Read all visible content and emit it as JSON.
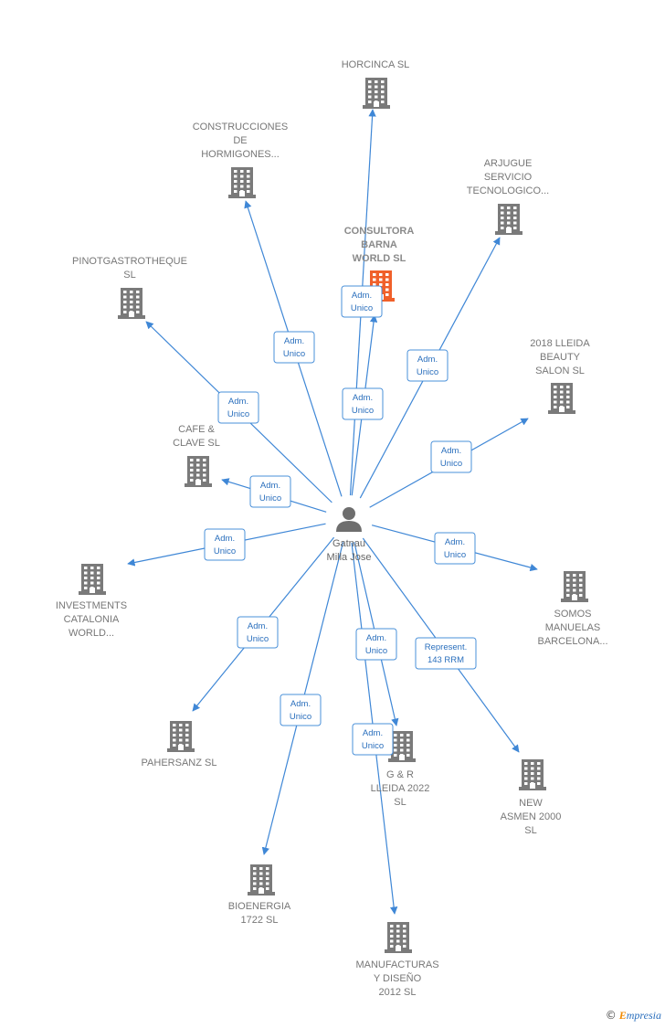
{
  "colors": {
    "edge": "#3f87d6",
    "company_icon": "#7a7a7a",
    "focus_company_icon": "#f0602a",
    "person_icon": "#6e6e6e"
  },
  "person": {
    "name_lines": [
      "Gatnau",
      "Milla Jose"
    ],
    "icon": "person-icon"
  },
  "companies": [
    {
      "id": "horcinca",
      "lines": [
        "HORCINCA SL"
      ],
      "focus": false
    },
    {
      "id": "construcciones",
      "lines": [
        "CONSTRUCCIONES",
        "DE",
        "HORMIGONES..."
      ],
      "focus": false
    },
    {
      "id": "arjugue",
      "lines": [
        "ARJUGUE",
        "SERVICIO",
        "TECNOLOGICO..."
      ],
      "focus": false
    },
    {
      "id": "consultora",
      "lines": [
        "CONSULTORA",
        "BARNA",
        "WORLD  SL"
      ],
      "focus": true
    },
    {
      "id": "pinot",
      "lines": [
        "PINOTGASTROTHEQUE",
        "SL"
      ],
      "focus": false
    },
    {
      "id": "lleida2018",
      "lines": [
        "2018 LLEIDA",
        "BEAUTY",
        "SALON  SL"
      ],
      "focus": false
    },
    {
      "id": "cafe",
      "lines": [
        "CAFE &",
        "CLAVE SL"
      ],
      "focus": false
    },
    {
      "id": "investments",
      "lines": [
        "INVESTMENTS",
        "CATALONIA",
        "WORLD..."
      ],
      "focus": false
    },
    {
      "id": "somos",
      "lines": [
        "SOMOS",
        "MANUELAS",
        "BARCELONA..."
      ],
      "focus": false
    },
    {
      "id": "pahersanz",
      "lines": [
        "PAHERSANZ SL"
      ],
      "focus": false
    },
    {
      "id": "gr",
      "lines": [
        "G & R",
        "LLEIDA 2022",
        "SL"
      ],
      "focus": false
    },
    {
      "id": "newasmen",
      "lines": [
        "NEW",
        "ASMEN 2000",
        "SL"
      ],
      "focus": false
    },
    {
      "id": "bioenergia",
      "lines": [
        "BIOENERGIA",
        "1722  SL"
      ],
      "focus": false
    },
    {
      "id": "manufacturas",
      "lines": [
        "MANUFACTURAS",
        "Y DISEÑO",
        "2012 SL"
      ],
      "focus": false
    }
  ],
  "edges": [
    {
      "to": "horcinca",
      "label": [
        "Adm.",
        "Unico"
      ]
    },
    {
      "to": "construcciones",
      "label": [
        "Adm.",
        "Unico"
      ]
    },
    {
      "to": "arjugue",
      "label": [
        "Adm.",
        "Unico"
      ]
    },
    {
      "to": "consultora",
      "label": [
        "Adm.",
        "Unico"
      ]
    },
    {
      "to": "pinot",
      "label": [
        "Adm.",
        "Unico"
      ]
    },
    {
      "to": "lleida2018",
      "label": [
        "Adm.",
        "Unico"
      ]
    },
    {
      "to": "cafe",
      "label": [
        "Adm.",
        "Unico"
      ]
    },
    {
      "to": "investments",
      "label": [
        "Adm.",
        "Unico"
      ]
    },
    {
      "to": "somos",
      "label": [
        "Adm.",
        "Unico"
      ]
    },
    {
      "to": "pahersanz",
      "label": [
        "Adm.",
        "Unico"
      ]
    },
    {
      "to": "gr",
      "label": [
        "Adm.",
        "Unico"
      ]
    },
    {
      "to": "newasmen",
      "label": [
        "Represent.",
        "143 RRM"
      ]
    },
    {
      "to": "bioenergia",
      "label": [
        "Adm.",
        "Unico"
      ]
    },
    {
      "to": "manufacturas",
      "label": [
        "Adm.",
        "Unico"
      ]
    }
  ],
  "brand": {
    "copyright": "©",
    "first_letter": "E",
    "rest": "mpresia"
  }
}
